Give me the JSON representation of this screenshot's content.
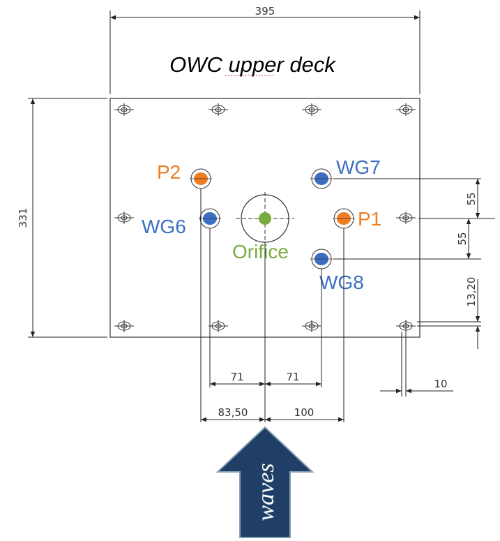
{
  "title": "OWC upper deck",
  "dimensions": {
    "width": "395",
    "height": "331",
    "wg7_offset": "55",
    "wg8_offset": "55",
    "hole_edge_v": "13,20",
    "hole_edge_h": "10",
    "wg6_x": "71",
    "wg8_x": "71",
    "p2_x": "83,50",
    "p1_x": "100"
  },
  "labels": {
    "p2": "P2",
    "p1": "P1",
    "wg6": "WG6",
    "wg7": "WG7",
    "wg8": "WG8",
    "orifice": "Orifice"
  },
  "arrow_label": "waves",
  "colors": {
    "pressure": "#ef7d22",
    "wave_gauge": "#3b6ec2",
    "orifice": "#7aab3f",
    "arrow": "#1f3f66"
  }
}
